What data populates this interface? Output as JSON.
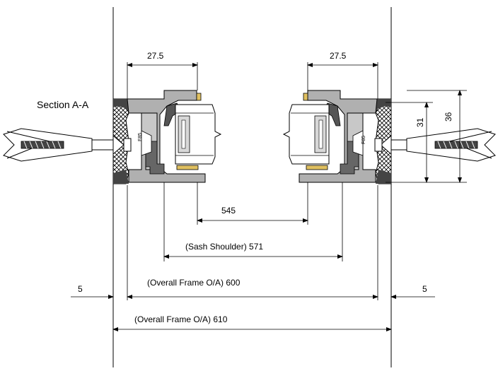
{
  "drawing": {
    "section_label": "Section A-A",
    "dim_left_top": "27.5",
    "dim_right_top": "27.5",
    "dim_vertical_small": "31",
    "dim_vertical_large": "36",
    "dim_glass": "545",
    "dim_sash_shoulder": "(Sash Shoulder) 571",
    "dim_frame_600": "(Overall Frame O/A) 600",
    "dim_frame_610": "(Overall Frame O/A) 610",
    "dim_gap_left": "5",
    "dim_gap_right": "5",
    "profile_mark_left": "F85",
    "profile_mark_right": "F85"
  },
  "colors": {
    "line": "#000000",
    "profile_fill": "#b0b0b0",
    "gasket_fill": "#444444",
    "glass_fill": "#d8d8d8",
    "seal_yellow": "#e0c060"
  }
}
